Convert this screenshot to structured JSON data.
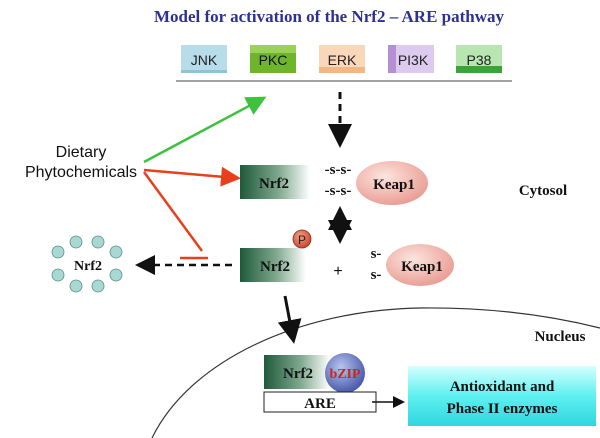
{
  "title": "Model for activation of the Nrf2 – ARE pathway",
  "kinases": [
    {
      "label": "JNK",
      "color": "#b7dcea"
    },
    {
      "label": "PKC",
      "color": "#6fb52c"
    },
    {
      "label": "ERK",
      "color": "#f2b784"
    },
    {
      "label": "PI3K",
      "color": "#c7a5dc"
    },
    {
      "label": "P38",
      "color": "#3aa33a"
    }
  ],
  "dietary_label_line1": "Dietary",
  "dietary_label_line2": "Phytochemicals",
  "complex": {
    "nrf2": "Nrf2",
    "bond_top": "-s-s-",
    "bond_bottom": "-s-s-",
    "keap1": "Keap1"
  },
  "dissociated": {
    "nrf2": "Nrf2",
    "phospho": "P",
    "plus": "+",
    "s_top": "s-",
    "s_bottom": "s-",
    "keap1": "Keap1"
  },
  "degraded_nrf2": "Nrf2",
  "compartments": {
    "cytosol": "Cytosol",
    "nucleus": "Nucleus"
  },
  "nuclear": {
    "nrf2": "Nrf2",
    "bzip": "bZIP",
    "are": "ARE",
    "output_line1": "Antioxidant and",
    "output_line2": "Phase II enzymes"
  },
  "colors": {
    "title": "#2e3192",
    "green_arrow": "#3cc23c",
    "red_arrow": "#e8401c",
    "keap1_fill": "#f2b8b0",
    "phospho_fill": "#e06040",
    "bzip_fill": "#5a6fc0",
    "bzip_text": "#c8281e",
    "output_box": "#5ef0f0",
    "proteasome_dot": "#a8d8d2"
  }
}
